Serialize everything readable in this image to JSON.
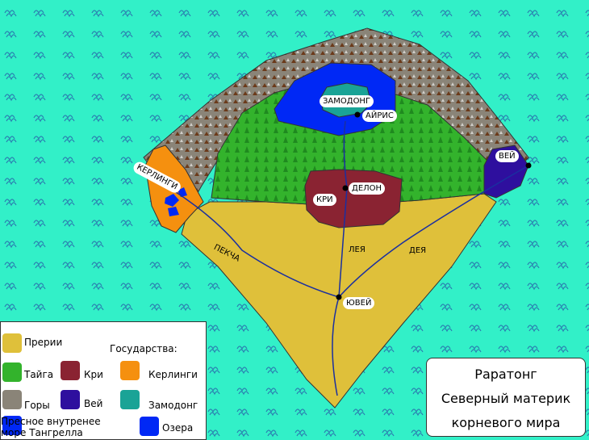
{
  "map": {
    "labels": {
      "zamodong": "ЗАМОДОНГ",
      "airis": "АЙРИС",
      "kerlingi": "КЕРЛИНГИ",
      "vei": "ВЕЙ",
      "kri": "КРИ",
      "delon": "ДЕЛОН",
      "yuvei": "ЮВЕЙ",
      "pekcha": "ПЕКЧА",
      "leya": "ЛЕЯ",
      "deya": "ДЕЯ"
    },
    "colors": {
      "ocean": "#32f0c8",
      "prairie": "#dfc03a",
      "taiga": "#33b32c",
      "mountains": "#8a8478",
      "kri": "#8a2332",
      "vei": "#2e0f9e",
      "kerlingi": "#f5900f",
      "zamodong": "#1aa396",
      "lake": "#0028f5"
    }
  },
  "legend": {
    "prairie": "Прерии",
    "states_title": "Государства:",
    "taiga": "Тайга",
    "kri": "Кри",
    "kerlingi": "Керлинги",
    "mountains": "Горы",
    "vei": "Вей",
    "zamodong": "Замодонг",
    "inner_sea_line1": "Пресное внутренее",
    "inner_sea_line2": "море Тангрелла",
    "lakes": "Озера"
  },
  "title": {
    "line1": "Раратонг",
    "line2": "Северный материк",
    "line3": "корневого мира"
  }
}
